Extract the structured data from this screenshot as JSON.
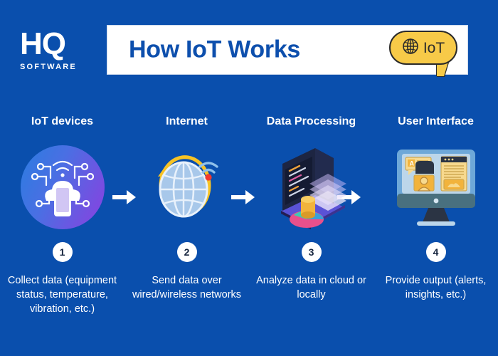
{
  "brand": {
    "logo_mark": "HQ",
    "logo_sub": "SOFTWARE"
  },
  "header": {
    "title": "How IoT Works",
    "badge_label": "IoT",
    "badge_icon": "globe-icon"
  },
  "colors": {
    "background": "#0a4fad",
    "banner": "#ffffff",
    "title_text": "#0d4fad",
    "badge": "#f7ca48",
    "badge_outline": "#2a2a2a",
    "text": "#ffffff",
    "step_circle": "#ffffff",
    "step_number_text": "#14233d",
    "arrow": "#ffffff"
  },
  "steps": [
    {
      "title": "IoT devices",
      "number": "1",
      "caption": "Collect data (equipment status, temperature, vibration, etc.)",
      "icon": "iot-devices-circle-icon"
    },
    {
      "title": "Internet",
      "number": "2",
      "caption": "Send data over wired/wireless networks",
      "icon": "globe-network-icon"
    },
    {
      "title": "Data Processing",
      "number": "3",
      "caption": "Analyze data in cloud or locally",
      "icon": "laptop-data-icon"
    },
    {
      "title": "User Interface",
      "number": "4",
      "caption": "Provide output (alerts, insights, etc.)",
      "icon": "desktop-monitor-icon"
    }
  ],
  "arrows": [
    {
      "name": "arrow-1",
      "direction": "right"
    },
    {
      "name": "arrow-2",
      "direction": "right"
    },
    {
      "name": "arrow-3",
      "direction": "right"
    }
  ]
}
